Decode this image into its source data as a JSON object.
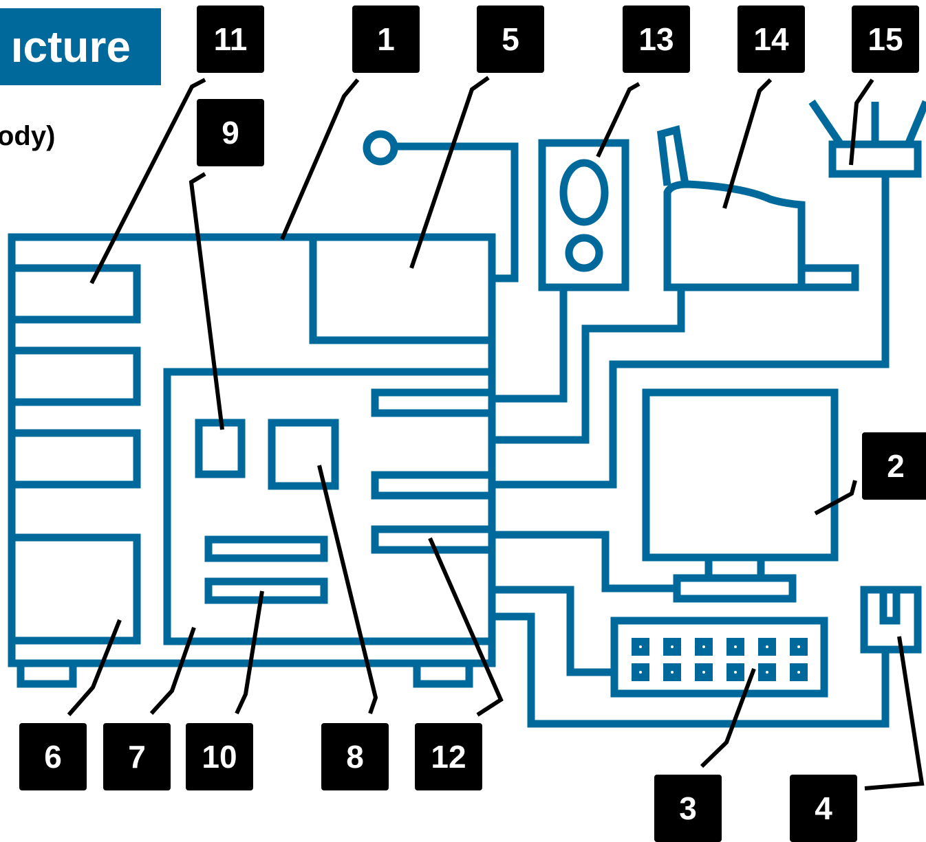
{
  "title": "ıcture",
  "subtitle": "ody)",
  "colors": {
    "stroke": "#00699b",
    "badge_bg": "#000000",
    "badge_text": "#ffffff",
    "banner": "#00699b"
  },
  "badges": {
    "b1": "1",
    "b2": "2",
    "b3": "3",
    "b4": "4",
    "b5": "5",
    "b6": "6",
    "b7": "7",
    "b8": "8",
    "b9": "9",
    "b10": "10",
    "b11": "11",
    "b12": "12",
    "b13": "13",
    "b14": "14",
    "b15": "15"
  }
}
